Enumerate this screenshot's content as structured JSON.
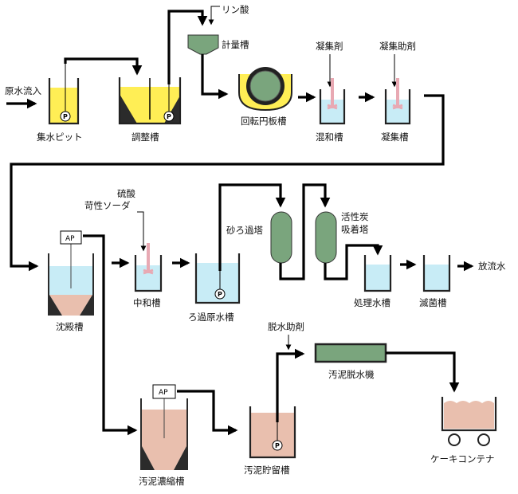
{
  "labels": {
    "raw_water_inflow": "原水流入",
    "collection_pit": "集水ピット",
    "adjustment_tank": "調整槽",
    "phosphoric_acid": "リン酸",
    "metering_tank": "計量槽",
    "rotating_disk_tank": "回転円板槽",
    "coagulant": "凝集剤",
    "coagulant_aid": "凝集助剤",
    "mixing_tank": "混和槽",
    "coagulation_tank": "凝集槽",
    "sulfuric_acid": "硫酸",
    "caustic_soda": "苛性ソーダ",
    "sedimentation_tank": "沈殿槽",
    "neutralization_tank": "中和槽",
    "filtration_raw_water_tank": "ろ過原水槽",
    "sand_filter_tower": "砂ろ過塔",
    "activated_carbon": "活性炭",
    "adsorption_tower": "吸着塔",
    "treated_water_tank": "処理水槽",
    "sterilization_tank": "滅菌槽",
    "discharge": "放流水",
    "dewatering_aid": "脱水助剤",
    "sludge_dewatering_machine": "汚泥脱水機",
    "sludge_thickening_tank": "汚泥濃縮槽",
    "sludge_storage_tank": "汚泥貯留槽",
    "cake_container": "ケーキコンテナ",
    "pump": "P",
    "air_pump": "AP"
  },
  "colors": {
    "yellow_water": "#ffee55",
    "clear_water": "#c8ecf6",
    "sludge": "#e9bfae",
    "green_unit": "#7aa57d",
    "dark_sludge": "#2b2b2b",
    "chemical_pink": "#e8a9b3"
  },
  "icons": [
    "arrow-icon",
    "pump-icon",
    "mixer-icon",
    "wheel-icon"
  ]
}
